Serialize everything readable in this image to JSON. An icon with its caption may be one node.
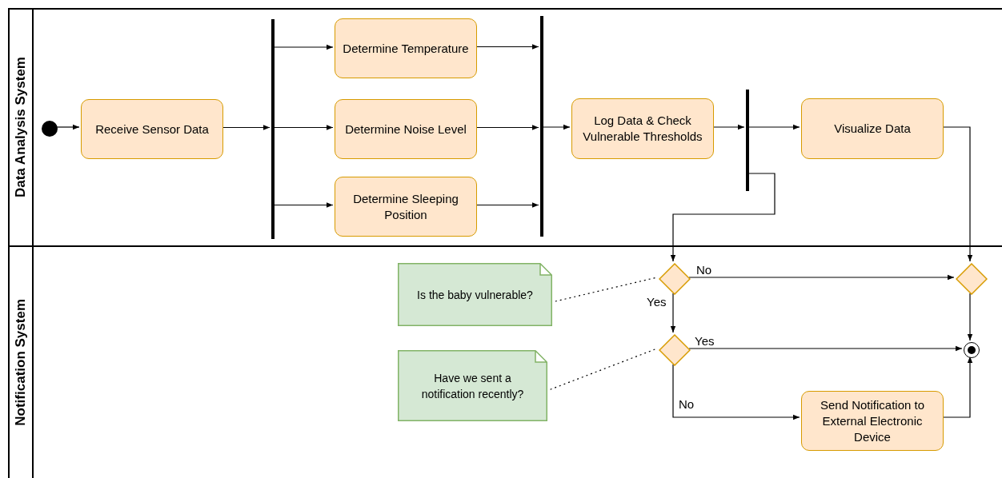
{
  "diagram": {
    "nodes": [
      {
        "text": [
          "Data Analysis System"
        ]
      },
      {
        "text": [],
        "shape": "circle",
        "in": 0
      },
      {
        "text": [
          "Receive Sensor Data"
        ],
        "in": 0
      },
      {
        "text": [],
        "shape": "bar",
        "in": 0
      },
      {
        "text": [
          "Determine Temperature"
        ],
        "in": 0
      },
      {
        "text": [
          "Determine Noise Level"
        ],
        "in": 0
      },
      {
        "text": [
          "Determine Sleeping Position"
        ],
        "in": 0
      },
      {
        "text": [],
        "shape": "bar",
        "in": 0
      },
      {
        "text": [
          "Log Data & Check Vulnerable Thresholds"
        ],
        "in": 0
      },
      {
        "text": [],
        "shape": "bar",
        "in": 0
      },
      {
        "text": [
          "Visualize Data"
        ],
        "in": 0
      },
      {
        "text": [
          "Notification System"
        ]
      },
      {
        "text": [
          "Is the baby vulnerable?"
        ],
        "in": 11
      },
      {
        "text": [],
        "shape": "diamond",
        "in": 11
      },
      {
        "text": [],
        "shape": "diamond",
        "in": 11
      },
      {
        "text": [
          "Have we sent a notification recently?"
        ],
        "in": 11
      },
      {
        "text": [],
        "shape": "diamond",
        "in": 11
      },
      {
        "text": [],
        "shape": "circle",
        "in": 11
      },
      {
        "text": [
          "Send Notification to External Electronic Device"
        ],
        "in": 11
      }
    ],
    "edges": [
      {
        "from": 1,
        "to": 2,
        "arrow": "to"
      },
      {
        "from": 2,
        "to": 3,
        "arrow": "to"
      },
      {
        "from": 3,
        "to": 4,
        "arrow": "to"
      },
      {
        "from": 3,
        "to": 5,
        "arrow": "to"
      },
      {
        "from": 3,
        "to": 6,
        "arrow": "to"
      },
      {
        "from": 4,
        "to": 7,
        "arrow": "to"
      },
      {
        "from": 5,
        "to": 7,
        "arrow": "to"
      },
      {
        "from": 6,
        "to": 7,
        "arrow": "to"
      },
      {
        "from": 7,
        "to": 8,
        "arrow": "to"
      },
      {
        "from": 8,
        "to": 9,
        "arrow": "to"
      },
      {
        "from": 9,
        "to": 10,
        "arrow": "to"
      },
      {
        "from": 9,
        "to": 13,
        "arrow": "to"
      },
      {
        "from": 10,
        "to": 14,
        "arrow": "to"
      },
      {
        "from": 13,
        "to": 14,
        "arrow": "to",
        "label": "No"
      },
      {
        "from": 13,
        "to": 16,
        "arrow": "to",
        "label": "Yes"
      },
      {
        "from": 16,
        "to": 17,
        "arrow": "to",
        "label": "Yes"
      },
      {
        "from": 16,
        "to": 18,
        "arrow": "to",
        "label": "No"
      },
      {
        "from": 18,
        "to": 17,
        "arrow": "to"
      },
      {
        "from": 14,
        "to": 17,
        "arrow": "to"
      },
      {
        "from": 12,
        "to": 13,
        "arrow": "none",
        "style": "dashed"
      },
      {
        "from": 15,
        "to": 16,
        "arrow": "none",
        "style": "dashed"
      }
    ]
  }
}
